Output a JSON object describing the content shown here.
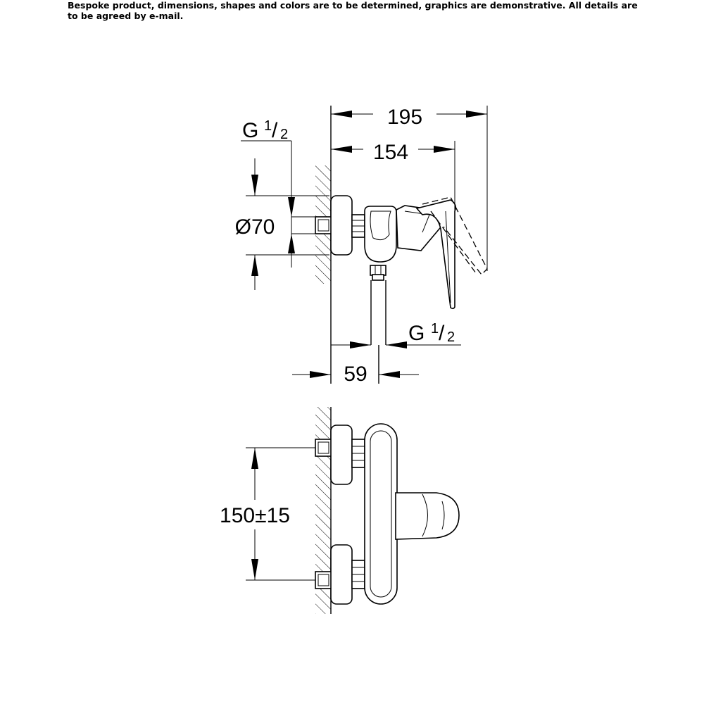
{
  "disclaimer": "Bespoke product, dimensions, shapes and colors are to be determined, graphics are demonstrative. All details are to be agreed by e-mail.",
  "dimensions": {
    "overall_depth": "195",
    "lever_depth": "154",
    "diameter": "Ø70",
    "outlet_offset": "59",
    "center_distance": "150±15"
  },
  "threads": {
    "inlet_thread": {
      "prefix": "G",
      "numerator": "1",
      "slash": "/",
      "denominator": "2"
    },
    "outlet_thread": {
      "prefix": "G",
      "numerator": "1",
      "slash": "/",
      "denominator": "2"
    }
  },
  "colors": {
    "line": "#000000",
    "background": "#ffffff"
  }
}
